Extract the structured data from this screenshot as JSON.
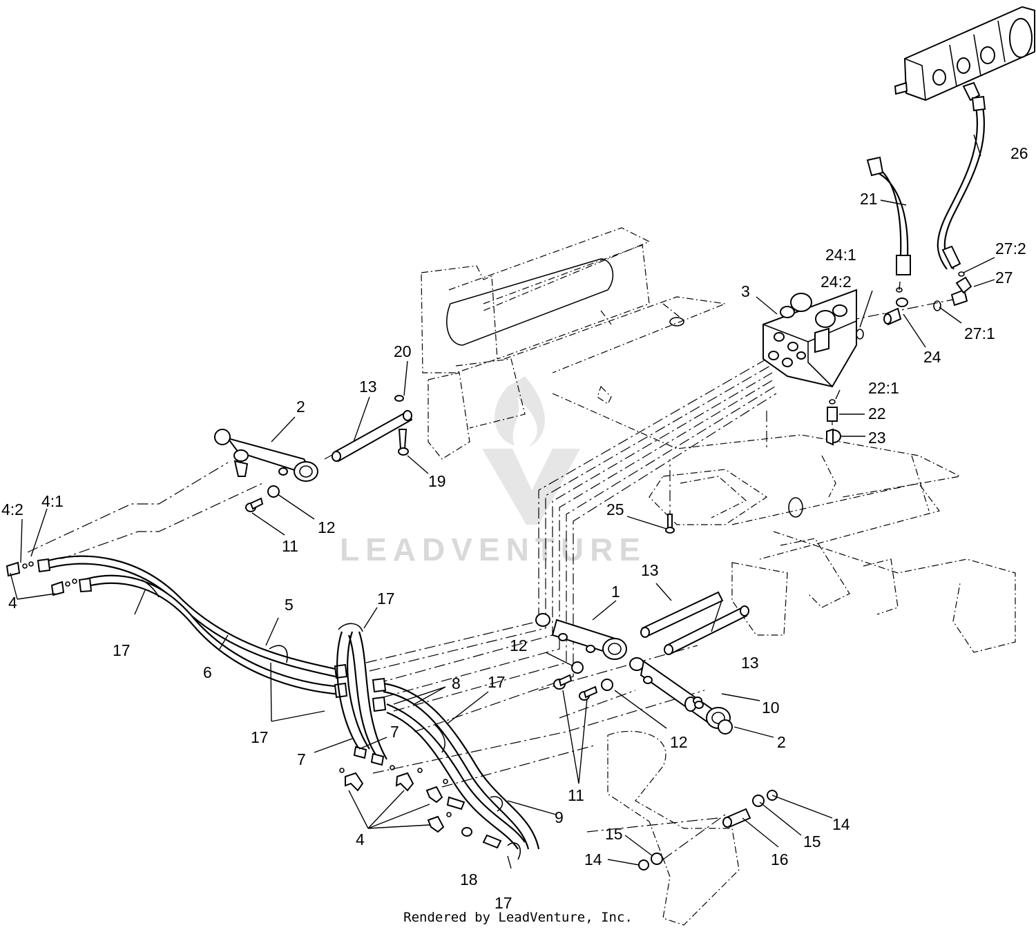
{
  "watermark": {
    "brand": "LEADVENTURE"
  },
  "footer": {
    "credit": "Rendered by LeadVenture, Inc."
  },
  "callouts": {
    "c1": "1",
    "c2a": "2",
    "c2b": "2",
    "c3": "3",
    "c4a": "4",
    "c4b": "4",
    "c4_1": "4:1",
    "c4_2": "4:2",
    "c5": "5",
    "c6": "6",
    "c7a": "7",
    "c7b": "7",
    "c8": "8",
    "c9": "9",
    "c10": "10",
    "c11a": "11",
    "c11b": "11",
    "c12a": "12",
    "c12b": "12",
    "c12c": "12",
    "c13a": "13",
    "c13b": "13",
    "c13c": "13",
    "c14a": "14",
    "c14b": "14",
    "c15a": "15",
    "c15b": "15",
    "c16": "16",
    "c17a": "17",
    "c17b": "17",
    "c17c": "17",
    "c17d": "17",
    "c17e": "17",
    "c18": "18",
    "c19": "19",
    "c20": "20",
    "c21": "21",
    "c22": "22",
    "c22_1": "22:1",
    "c23": "23",
    "c24": "24",
    "c24_1": "24:1",
    "c24_2": "24:2",
    "c25": "25",
    "c26": "26",
    "c27": "27",
    "c27_1": "27:1",
    "c27_2": "27:2"
  }
}
